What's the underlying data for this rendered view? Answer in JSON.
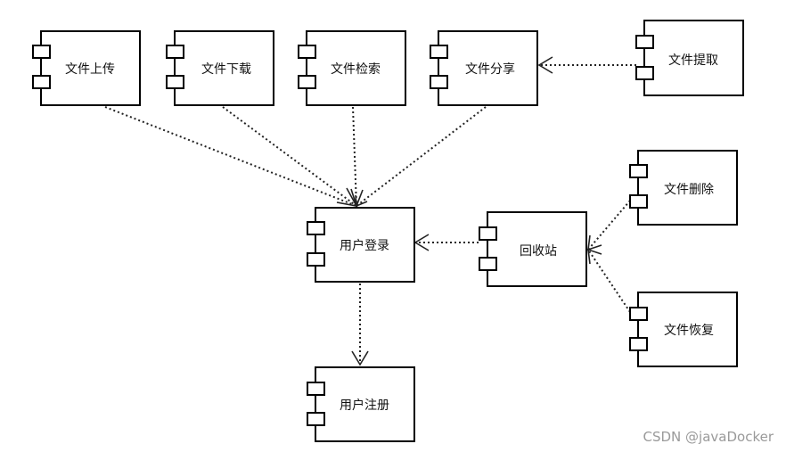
{
  "components": {
    "upload": "文件上传",
    "download": "文件下载",
    "search": "文件检索",
    "share": "文件分享",
    "extract": "文件提取",
    "login": "用户登录",
    "recycle": "回收站",
    "delete": "文件删除",
    "restore": "文件恢复",
    "register": "用户注册"
  },
  "watermark": "CSDN @javaDocker"
}
